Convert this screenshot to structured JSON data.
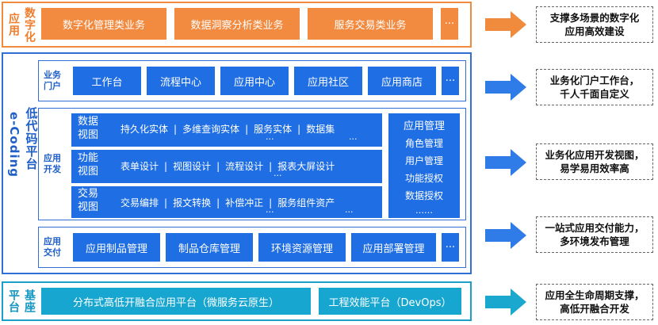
{
  "row1": {
    "label": "数字化应用",
    "boxes": [
      "数字化管理类业务",
      "数据洞察分析类业务",
      "服务交易类业务"
    ],
    "ellipsis": "···"
  },
  "lowcode": {
    "label": "低代码平台",
    "sublabel": "e-Coding",
    "portal": {
      "label": "业务门户",
      "boxes": [
        "工作台",
        "流程中心",
        "应用中心",
        "应用社区",
        "应用商店"
      ],
      "ellipsis": "···"
    },
    "dev": {
      "label": "应用开发",
      "views": [
        {
          "label": "数据视图",
          "items": [
            "持久化实体",
            "多维查询实体",
            "服务实体",
            "数据集"
          ],
          "ellipsis": "···"
        },
        {
          "label": "功能视图",
          "items": [
            "表单设计",
            "视图设计",
            "流程设计",
            "报表大屏设计"
          ],
          "ellipsis": "···"
        },
        {
          "label": "交易视图",
          "items": [
            "交易编排",
            "报文转换",
            "补偿冲正",
            "服务组件资产"
          ],
          "ellipsis": "···"
        }
      ],
      "app_mgmt": {
        "title": "应用管理",
        "items": [
          "角色管理",
          "用户管理",
          "功能授权",
          "数据授权",
          "……"
        ]
      }
    },
    "delivery": {
      "label": "应用交付",
      "boxes": [
        "应用制品管理",
        "制品仓库管理",
        "环境资源管理",
        "应用部署管理"
      ],
      "ellipsis": "···"
    }
  },
  "row3": {
    "label": "基座平台",
    "boxes": [
      "分布式高低开融合应用平台（微服务云原生）",
      "工程效能平台（DevOps）"
    ]
  },
  "right": [
    {
      "line1": "支撑多场景的数字化",
      "line2": "应用高效建设"
    },
    {
      "line1": "业务化门户工作台，",
      "line2": "千人千面自定义"
    },
    {
      "line1": "业务化应用开发视图，",
      "line2": "易学易用效率高"
    },
    {
      "line1": "一站式应用交付能力，",
      "line2": "多环境发布管理"
    },
    {
      "line1": "应用全生命周期支撑，",
      "line2": "高低开融合开发"
    }
  ],
  "colors": {
    "orange": "#f28a3f",
    "blue": "#1f6ee3",
    "teal": "#16a6cf",
    "arrow_blue": "#2f7be8",
    "arrow_teal": "#1aa8cf"
  }
}
